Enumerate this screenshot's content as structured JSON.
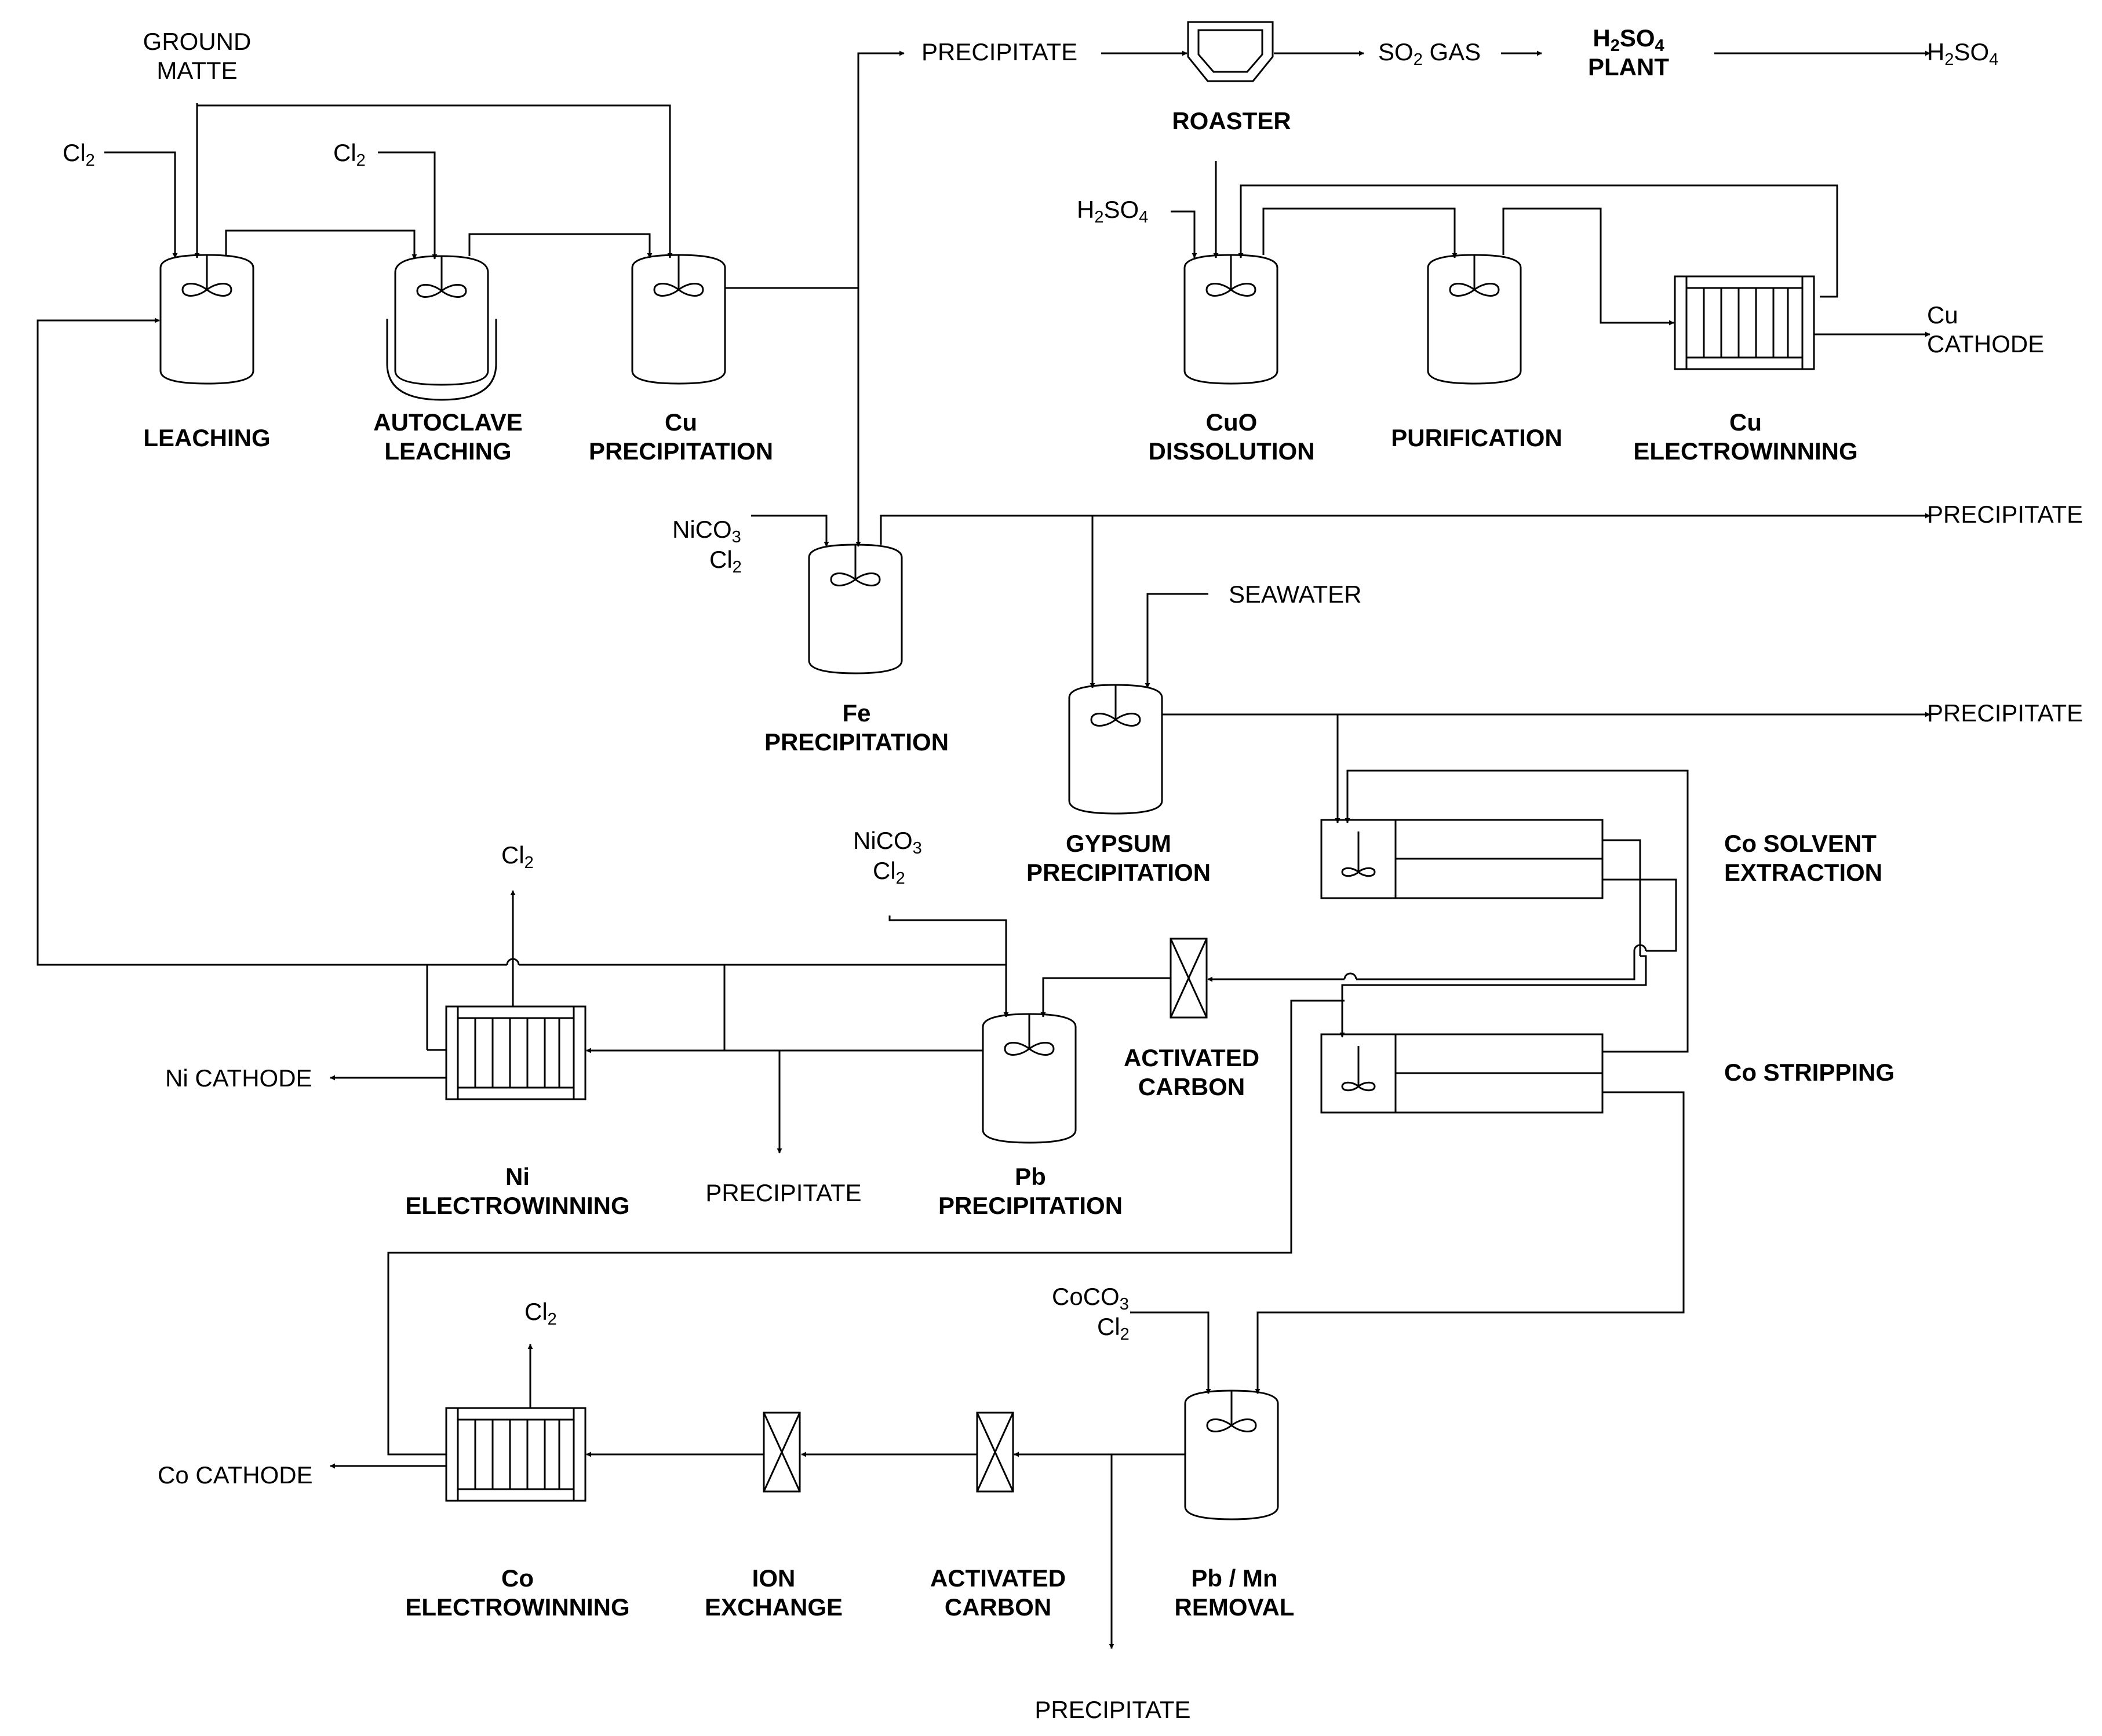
{
  "equipment": {
    "leaching": [
      "LEACHING"
    ],
    "autoclave": [
      "AUTOCLAVE",
      "LEACHING"
    ],
    "cu_precip": [
      "Cu",
      "PRECIPITATION"
    ],
    "roaster": [
      "ROASTER"
    ],
    "h2so4_plant": [
      "H",
      "2",
      "SO",
      "4",
      "PLANT"
    ],
    "cuo_dissolution": [
      "CuO",
      "DISSOLUTION"
    ],
    "purification": [
      "PURIFICATION"
    ],
    "cu_ew": [
      "Cu",
      "ELECTROWINNING"
    ],
    "fe_precip": [
      "Fe",
      "PRECIPITATION"
    ],
    "gypsum": [
      "GYPSUM",
      "PRECIPITATION"
    ],
    "co_sx": [
      "Co SOLVENT",
      "EXTRACTION"
    ],
    "co_strip": [
      "Co STRIPPING"
    ],
    "ac1": [
      "ACTIVATED",
      "CARBON"
    ],
    "pb_precip": [
      "Pb",
      "PRECIPITATION"
    ],
    "ni_ew": [
      "Ni",
      "ELECTROWINNING"
    ],
    "co_ew": [
      "Co",
      "ELECTROWINNING"
    ],
    "ion_exchange": [
      "ION",
      "EXCHANGE"
    ],
    "ac2": [
      "ACTIVATED",
      "CARBON"
    ],
    "pbmn": [
      "Pb / Mn",
      "REMOVAL"
    ]
  },
  "streams": {
    "ground_matte": [
      "GROUND",
      "MATTE"
    ],
    "cl2": [
      "Cl",
      "2"
    ],
    "h2so4": [
      "H",
      "2",
      "SO",
      "4"
    ],
    "so2_gas": [
      "SO",
      "2",
      " GAS"
    ],
    "precipitate": "PRECIPITATE",
    "cu_cathode": [
      "Cu",
      "CATHODE"
    ],
    "nico3": [
      "NiCO",
      "3"
    ],
    "seawater": "SEAWATER",
    "ni_cathode": "Ni CATHODE",
    "co_cathode": "Co CATHODE",
    "coco3": [
      "CoCO",
      "3"
    ]
  }
}
